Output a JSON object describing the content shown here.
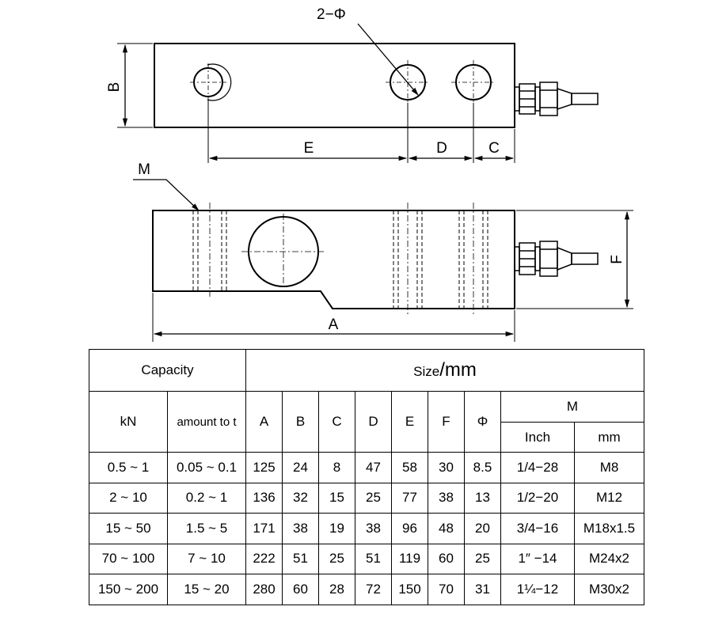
{
  "diagram": {
    "labels": {
      "two_phi": "2−Φ",
      "B": "B",
      "E": "E",
      "D": "D",
      "C": "C",
      "M": "M",
      "F": "F",
      "A": "A"
    }
  },
  "table": {
    "capacity_header": "Capacity",
    "size_header": "Size",
    "size_unit": "/mm",
    "col_kn": "kN",
    "col_t": "amount to t",
    "col_A": "A",
    "col_B": "B",
    "col_C": "C",
    "col_D": "D",
    "col_E": "E",
    "col_F": "F",
    "col_phi": "Φ",
    "col_M": "M",
    "col_inch": "Inch",
    "col_mm": "mm",
    "rows": [
      {
        "kn": "0.5 ~ 1",
        "t": "0.05 ~ 0.1",
        "A": "125",
        "B": "24",
        "C": "8",
        "D": "47",
        "E": "58",
        "F": "30",
        "phi": "8.5",
        "inch": "1/4−28",
        "mm": "M8"
      },
      {
        "kn": "2 ~ 10",
        "t": "0.2 ~ 1",
        "A": "136",
        "B": "32",
        "C": "15",
        "D": "25",
        "E": "77",
        "F": "38",
        "phi": "13",
        "inch": "1/2−20",
        "mm": "M12"
      },
      {
        "kn": "15 ~ 50",
        "t": "1.5 ~ 5",
        "A": "171",
        "B": "38",
        "C": "19",
        "D": "38",
        "E": "96",
        "F": "48",
        "phi": "20",
        "inch": "3/4−16",
        "mm": "M18x1.5"
      },
      {
        "kn": "70 ~ 100",
        "t": "7 ~ 10",
        "A": "222",
        "B": "51",
        "C": "25",
        "D": "51",
        "E": "119",
        "F": "60",
        "phi": "25",
        "inch": "1″  −14",
        "mm": "M24x2"
      },
      {
        "kn": "150 ~ 200",
        "t": "15 ~ 20",
        "A": "280",
        "B": "60",
        "C": "28",
        "D": "72",
        "E": "150",
        "F": "70",
        "phi": "31",
        "inch": "1¼−12",
        "mm": "M30x2"
      }
    ]
  }
}
